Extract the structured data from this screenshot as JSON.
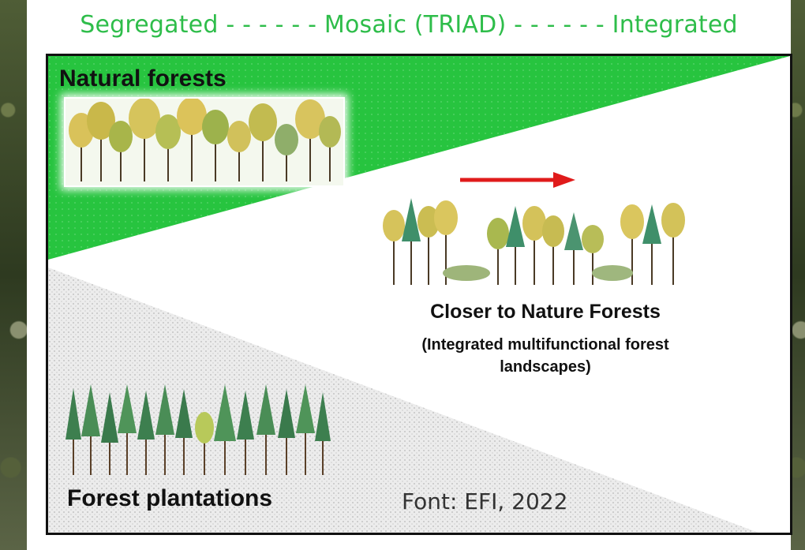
{
  "header": {
    "text": "Segregated - - - - - - Mosaic (TRIAD) - - - - - - Integrated"
  },
  "labels": {
    "natural_forests": "Natural forests",
    "closer_to_nature_title": "Closer to Nature Forests",
    "closer_to_nature_subtitle_line1": "(Integrated multifunctional forest",
    "closer_to_nature_subtitle_line2": "landscapes)",
    "forest_plantations": "Forest plantations",
    "credit": "Font: EFI, 2022"
  },
  "colors": {
    "header_text": "#2ebd4a",
    "natural_wedge": "#27c43f",
    "plantation_wedge": "#d4d4d4",
    "arrow": "#e01b1b",
    "frame_border": "#111111"
  },
  "icons": {
    "natural_illustration": "mixed-broadleaf-trees",
    "ctn_illustration": "mixed-forest-trees",
    "plantation_illustration": "conifer-trees",
    "direction_arrow": "right-arrow"
  }
}
